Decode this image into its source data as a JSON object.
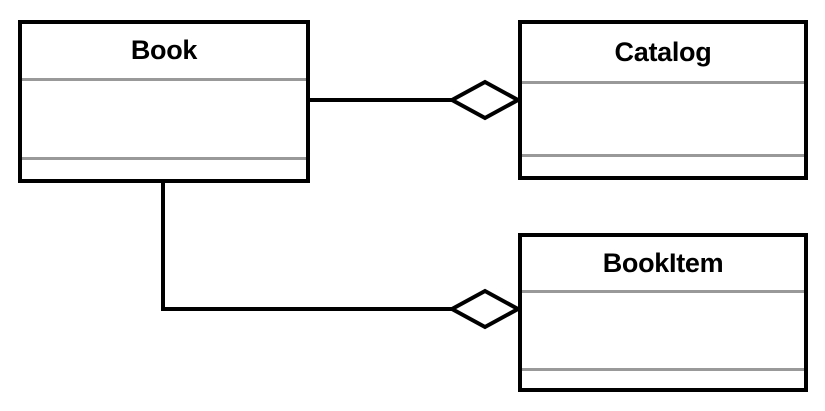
{
  "diagram": {
    "type": "uml-class-diagram",
    "title": "",
    "background_color": "#ffffff",
    "border_color": "#000000",
    "divider_color": "#999999",
    "classes": [
      {
        "id": "book",
        "name": "Book",
        "attributes": [],
        "operations": []
      },
      {
        "id": "catalog",
        "name": "Catalog",
        "attributes": [],
        "operations": []
      },
      {
        "id": "bookitem",
        "name": "BookItem",
        "attributes": [],
        "operations": []
      }
    ],
    "relationships": [
      {
        "id": "book-catalog",
        "kind": "aggregation",
        "marker": "hollow-diamond",
        "source": "Book",
        "target": "Catalog",
        "source_multiplicity": "",
        "target_multiplicity": "",
        "label": ""
      },
      {
        "id": "book-bookitem",
        "kind": "aggregation",
        "marker": "hollow-diamond",
        "source": "Book",
        "target": "BookItem",
        "source_multiplicity": "",
        "target_multiplicity": "",
        "label": ""
      }
    ]
  }
}
